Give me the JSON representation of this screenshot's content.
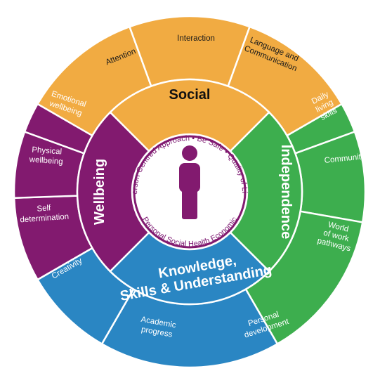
{
  "colors": {
    "social": "#F1AB42",
    "independence": "#3DAE4E",
    "knowledge": "#2A86C3",
    "wellbeing": "#821A6F",
    "divider": "#ffffff",
    "center_ring": "#821A6F",
    "person": "#821A6F"
  },
  "core": {
    "social": "Social",
    "independence": "Independence",
    "knowledge_line1": "Knowledge,",
    "knowledge_line2": "Skills & Understanding",
    "wellbeing": "Wellbeing"
  },
  "outer": {
    "social": [
      "Attention",
      "Interaction",
      "Language and Communication"
    ],
    "independence": [
      "Daily living skills",
      "Community",
      "World of work pathways"
    ],
    "knowledge": [
      "Academic progress",
      "Personal development"
    ],
    "wellbeing": [
      "Emotional wellbeing",
      "Physical wellbeing",
      "Self determination",
      "Creativity"
    ]
  },
  "center_ring_text": {
    "top": "Person Centred Approach • Be Safe • Quality of Life",
    "bottom": "Personal Social Health Economic"
  },
  "center_icon": "person-icon"
}
